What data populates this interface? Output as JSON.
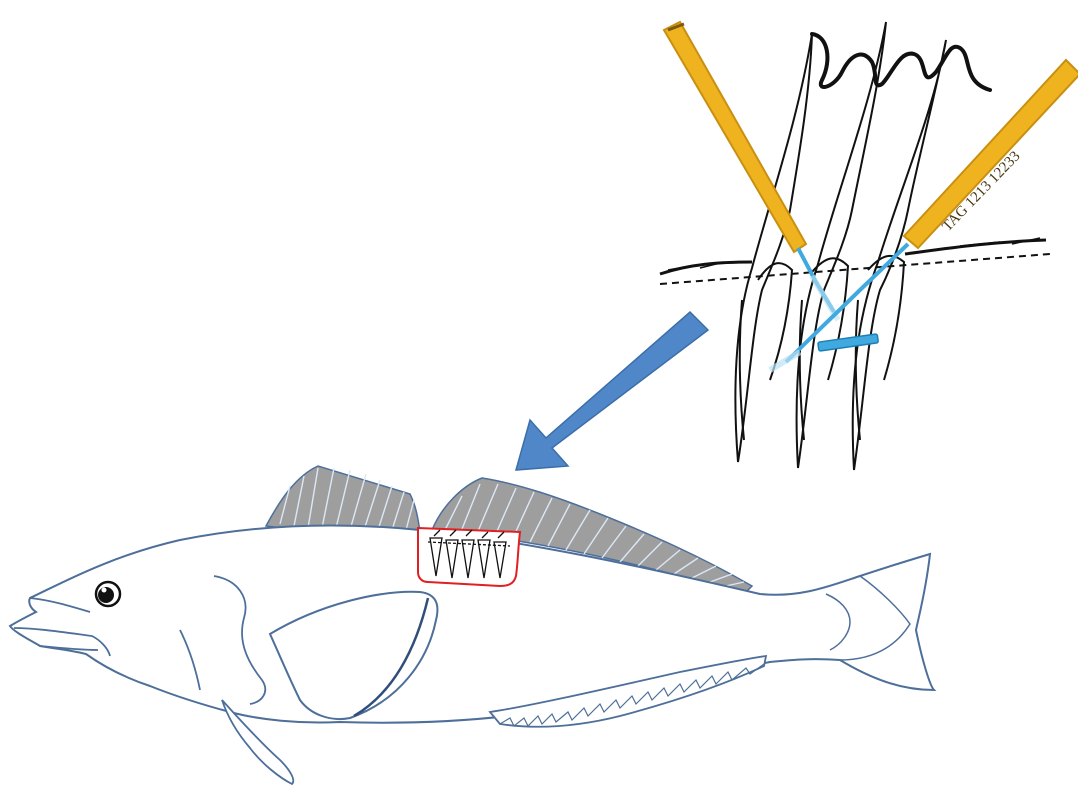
{
  "figure": {
    "tag_label": "TAG 1213 12233",
    "colors": {
      "fish_outline": "#4d6f9a",
      "fin_fill": "#9e9e9e",
      "fin_rays": "#7fa3cc",
      "tag_yellow": "#f0b320",
      "tag_yellow_dark": "#c98f10",
      "tag_filament": "#3fa9e0",
      "arrow": "#4f87c9",
      "highlight_box": "#e02020",
      "spine_ink": "#111111"
    },
    "icons": [
      "fish-illustration",
      "dorsal-spine-closeup",
      "t-bar-tag",
      "pointer-arrow"
    ]
  }
}
